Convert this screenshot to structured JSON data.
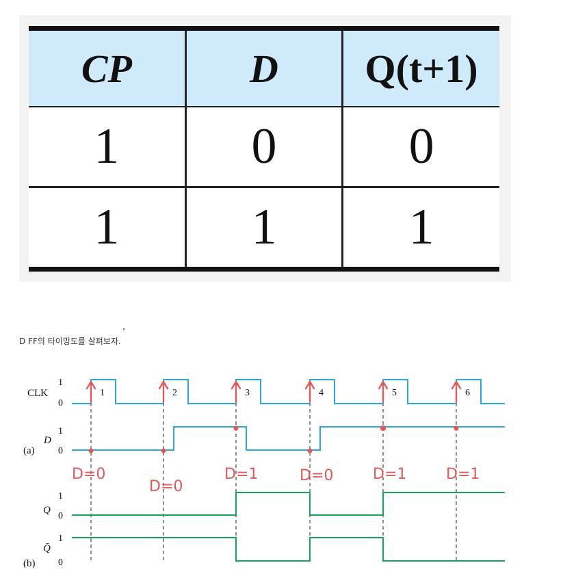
{
  "truth_table": {
    "headers": [
      "CP",
      "D",
      "Q(t+1)"
    ],
    "rows": [
      [
        "1",
        "0",
        "0"
      ],
      [
        "1",
        "1",
        "1"
      ]
    ]
  },
  "caption": "D FF의 타이밍도를 살펴보자.",
  "timing": {
    "signals": [
      {
        "name": "CLK",
        "high": "1",
        "low": "0"
      },
      {
        "name": "D",
        "high": "1",
        "low": "0",
        "group": "(a)"
      },
      {
        "name": "Q",
        "high": "1",
        "low": "0"
      },
      {
        "name": "Q̄",
        "high": "1",
        "low": "0",
        "group": "(b)"
      }
    ],
    "clock_edges": [
      "1",
      "2",
      "3",
      "4",
      "5",
      "6"
    ],
    "annotations": [
      "D=0",
      "D=0",
      "D=1",
      "D=0",
      "D=1",
      "D=1"
    ],
    "d_levels": [
      0,
      0,
      1,
      0,
      1,
      1
    ],
    "q_levels": [
      0,
      0,
      1,
      0,
      1,
      1
    ],
    "colors": {
      "clk": "#2ba8d8",
      "d": "#2ba8d8",
      "q": "#1aa35a",
      "annot": "#e05a5a"
    }
  }
}
